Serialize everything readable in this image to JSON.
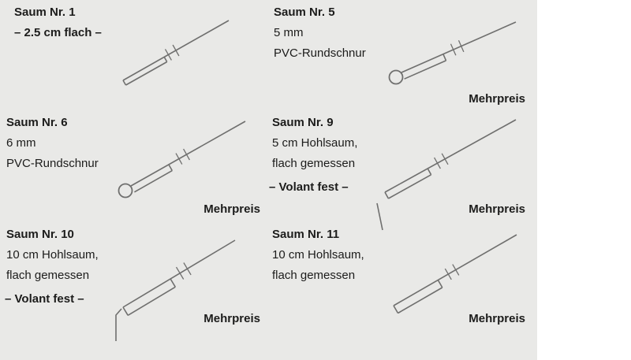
{
  "colors": {
    "panel_bg": "#e9e9e7",
    "line": "#6f6f6e",
    "text": "#1c1c1b"
  },
  "cells": [
    {
      "title": "Saum Nr. 1",
      "desc1": "– 2.5 cm flach –"
    },
    {
      "title": "Saum Nr. 5",
      "desc1": "5 mm",
      "desc2": "PVC-Rundschnur",
      "mehrpreis": "Mehrpreis"
    },
    {
      "title": "Saum Nr. 6",
      "desc1": "6 mm",
      "desc2": "PVC-Rundschnur",
      "mehrpreis": "Mehrpreis"
    },
    {
      "title": "Saum Nr. 9",
      "desc1": "5 cm Hohlsaum,",
      "desc2": "flach gemessen",
      "note": "– Volant fest –",
      "mehrpreis": "Mehrpreis"
    },
    {
      "title": "Saum Nr. 10",
      "desc1": "10 cm Hohlsaum,",
      "desc2": "flach gemessen",
      "note": "– Volant fest –",
      "mehrpreis": "Mehrpreis"
    },
    {
      "title": "Saum Nr. 11",
      "desc1": "10 cm Hohlsaum,",
      "desc2": "flach gemessen",
      "mehrpreis": "Mehrpreis"
    }
  ]
}
